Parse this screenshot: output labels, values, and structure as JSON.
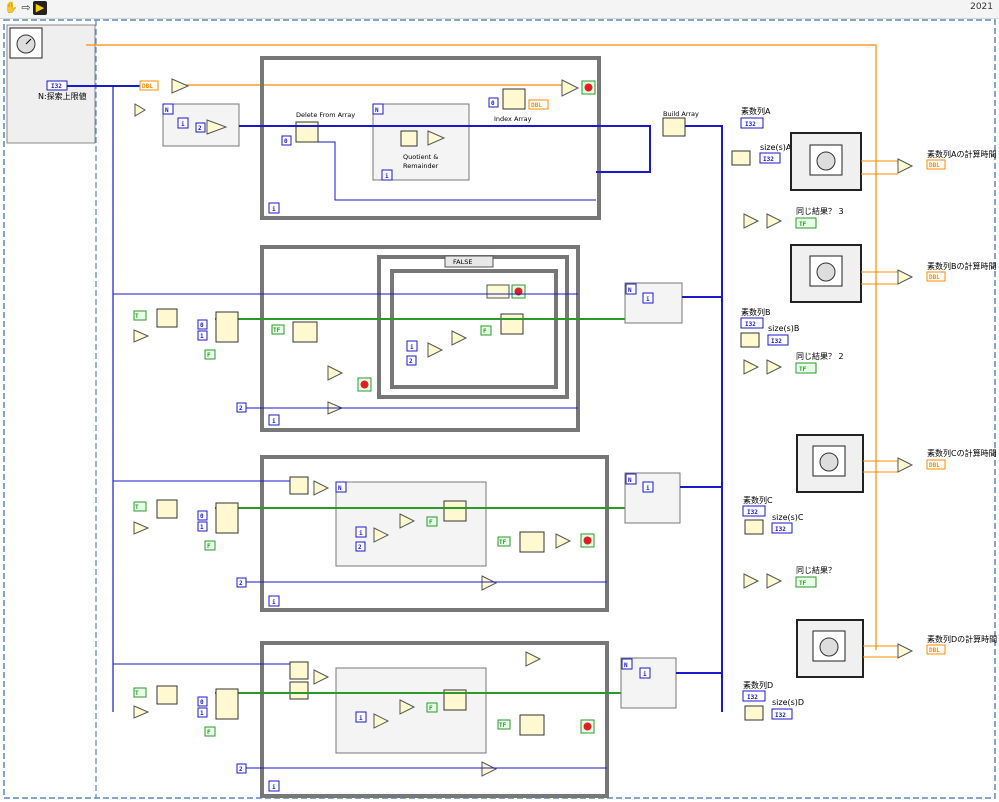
{
  "toolbar": {
    "run_icon": "run-arrow-icon",
    "hand_icon": "hand-icon",
    "step_icon": "step-arrow-icon",
    "version": "2021"
  },
  "labels": {
    "n_upper": "N:探索上限値",
    "delete_from_array": "Delete From Array",
    "index_array": "Index Array",
    "quotient_remainder_1": "Quotient &",
    "quotient_remainder_2": "Remainder",
    "build_array": "Build Array",
    "case_selector": "FALSE",
    "primes_a": "素数列A",
    "primes_b": "素数列B",
    "primes_c": "素数列C",
    "primes_d": "素数列D",
    "size_a": "size(s)A",
    "size_b": "size(s)B",
    "size_c": "size(s)C",
    "size_d": "size(s)D",
    "same_result_3": "同じ結果？ 3",
    "same_result_2": "同じ結果？ 2",
    "same_result_1": "同じ結果？",
    "time_a": "素数列Aの計算時間",
    "time_b": "素数列Bの計算時間",
    "time_c": "素数列Cの計算時間",
    "time_d": "素数列Dの計算時間"
  },
  "terminals": {
    "i32": "I32",
    "dbl": "DBL",
    "tf": "TF",
    "n": "N",
    "i": "i",
    "zero": "0",
    "one": "1",
    "two": "2",
    "f": "F",
    "t": "T"
  },
  "colors": {
    "int_wire": "#1a1ac8",
    "bool_wire": "#2a9a2a",
    "dbl_wire": "#ff8c00",
    "structure": "#7a7a7a",
    "node_fill": "#fff8d0"
  }
}
